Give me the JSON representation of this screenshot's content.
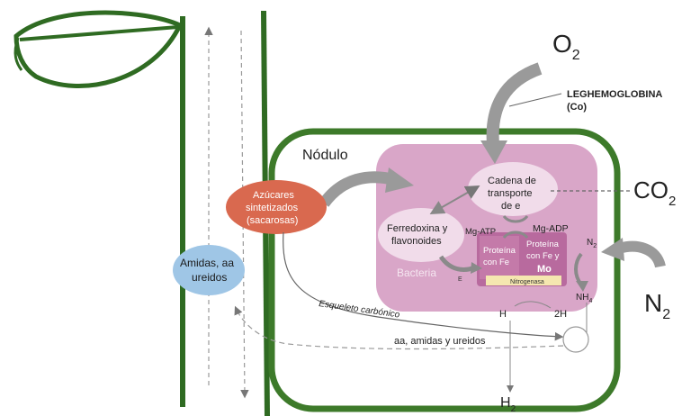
{
  "labels": {
    "nodulo": "Nódulo",
    "o2": "O",
    "o2_sub": "2",
    "leghemoglobina_l1": "LEGHEMOGLOBINA",
    "leghemoglobina_l2": "(Co)",
    "co2": "CO",
    "co2_sub": "2",
    "n2": "N",
    "n2_sub": "2",
    "h2": "H",
    "h2_sub": "2",
    "azucares_l1": "Azúcares",
    "azucares_l2": "sintetizados",
    "azucares_l3": "(sacarosas)",
    "amidas_l1": "Amidas, aa",
    "amidas_l2": "ureidos",
    "cadena_l1": "Cadena de",
    "cadena_l2": "transporte",
    "cadena_l3": "de e",
    "ferredoxina_l1": "Ferredoxina y",
    "ferredoxina_l2": "flavonoides",
    "mg_atp": "Mg-ATP",
    "mg_adp": "Mg-ADP",
    "proteina_fe_l1": "Proteína",
    "proteina_fe_l2": "con Fe",
    "proteina_fey_l1": "Proteína",
    "proteina_fey_l2": "con Fe y",
    "mo": "Mo",
    "nitrogenasa": "Nitrogenasa",
    "bacteria": "Bacteria",
    "e_small": "E",
    "n2_inner": "N",
    "n2_inner_sub": "2",
    "nh4": "NH",
    "nh4_sub": "4",
    "h_label": "H",
    "two_h": "2H",
    "esqueleto": "Esqueleto carbónico",
    "aa_amidas": "aa, amidas y ureidos"
  },
  "colors": {
    "stem_green": "#2f6b22",
    "nodule_border": "#3d7a2a",
    "bacteria_fill": "#d9a6c8",
    "protein_fill": "#b86a9e",
    "azucares_fill": "#d9694f",
    "amidas_fill": "#9fc6e6",
    "arrow_gray": "#9a9a9a"
  }
}
